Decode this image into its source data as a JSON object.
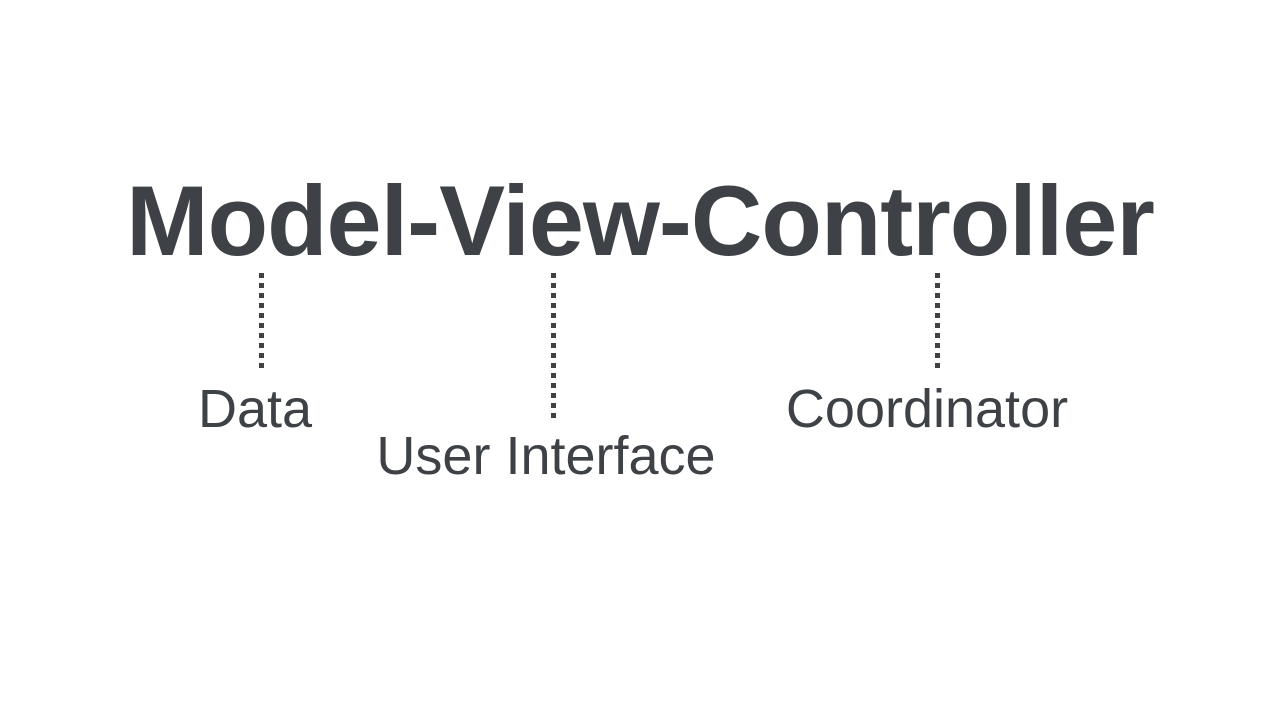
{
  "colors": {
    "ink": "#3e4247",
    "background": "#ffffff"
  },
  "diagram": {
    "title": "Model-View-Controller",
    "annotations": [
      {
        "target": "Model",
        "label": "Data"
      },
      {
        "target": "View",
        "label": "User Interface"
      },
      {
        "target": "Controller",
        "label": "Coordinator"
      }
    ]
  }
}
